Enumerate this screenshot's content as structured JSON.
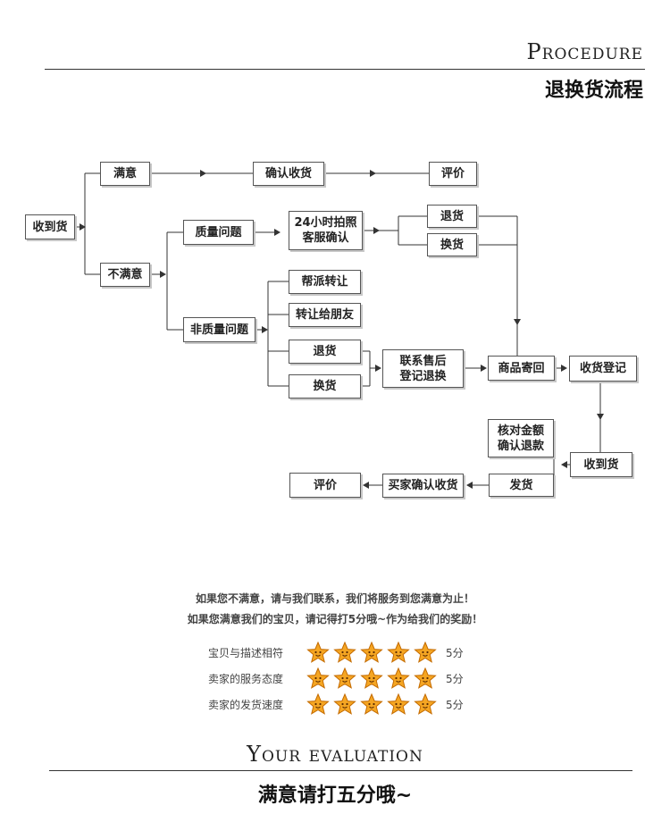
{
  "header": {
    "title_en": "Procedure",
    "title_cn": "退换货流程"
  },
  "flow": {
    "received": "收到货",
    "satisfied": "满意",
    "confirm_receipt": "确认收货",
    "review_top": "评价",
    "dissatisfied": "不满意",
    "quality_issue": "质量问题",
    "photo_confirm_1": "24小时拍照",
    "photo_confirm_2": "客服确认",
    "return_a": "退货",
    "exchange_a": "换货",
    "non_quality_issue": "非质量问题",
    "help_transfer": "帮派转让",
    "transfer_friend": "转让给朋友",
    "return_b": "退货",
    "exchange_b": "换货",
    "contact_1": "联系售后",
    "contact_2": "登记退换",
    "send_back": "商品寄回",
    "receive_register": "收货登记",
    "verify_1": "核对金额",
    "verify_2": "确认退款",
    "receive_goods": "收到货",
    "ship": "发货",
    "buyer_confirm": "买家确认收货",
    "review_bottom": "评价"
  },
  "evaluation": {
    "line1": "如果您不满意，请与我们联系，我们将服务到您满意为止！",
    "line2": "如果您满意我们的宝贝，请记得打5分哦~作为给我们的奖励！",
    "ratings": [
      {
        "label": "宝贝与描述相符",
        "stars": 5,
        "score": "5分"
      },
      {
        "label": "卖家的服务态度",
        "stars": 5,
        "score": "5分"
      },
      {
        "label": "卖家的发货速度",
        "stars": 5,
        "score": "5分"
      }
    ]
  },
  "footer": {
    "title_en": "Your evaluation",
    "title_cn": "满意请打五分哦~"
  },
  "colors": {
    "line": "#333333",
    "star_fill": "#f5a623",
    "star_stroke": "#c46b00"
  }
}
